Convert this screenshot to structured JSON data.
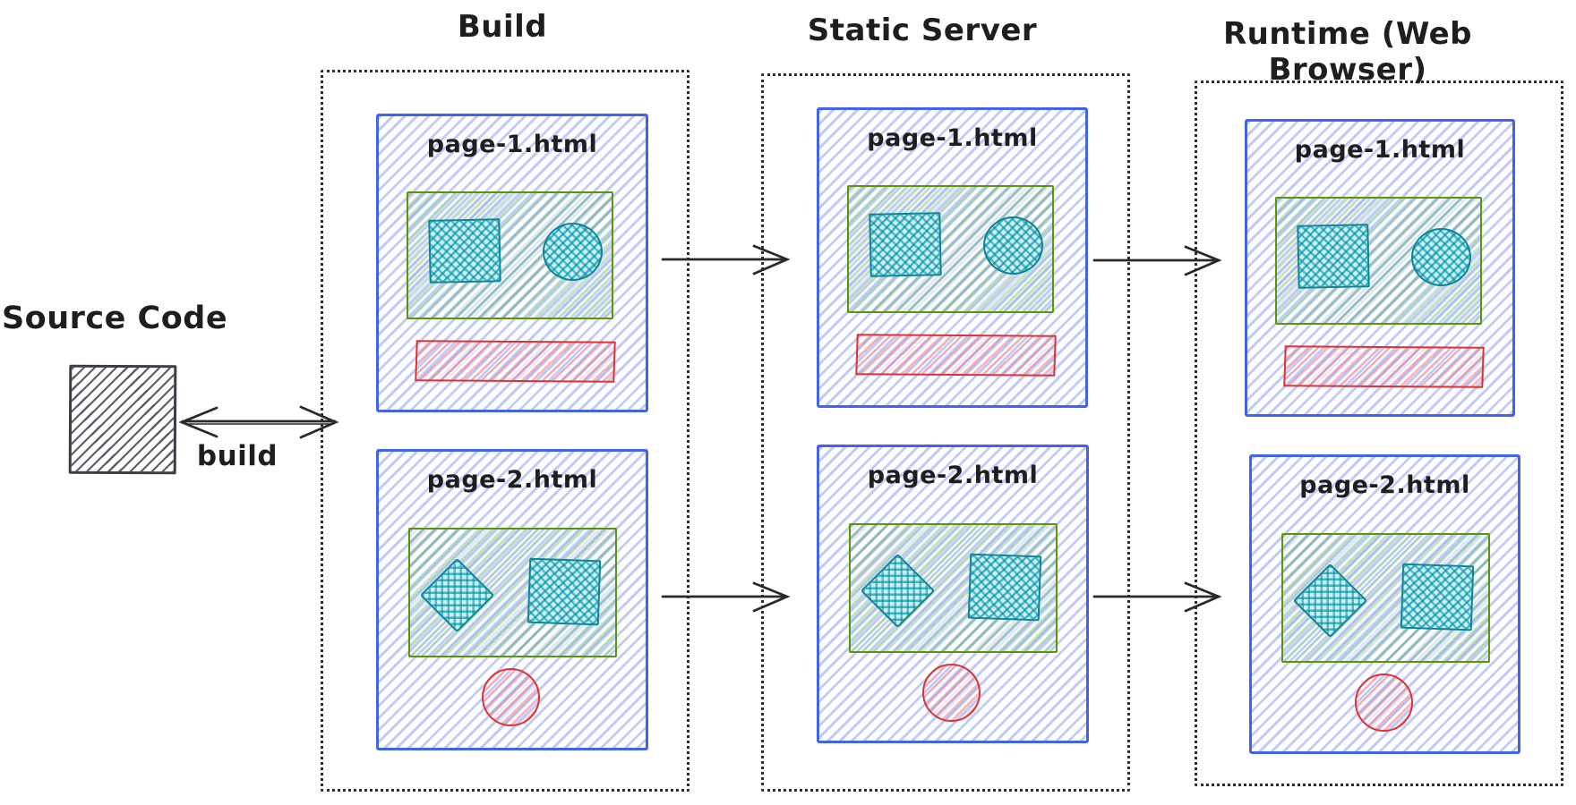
{
  "colors": {
    "blue": "#4263eb",
    "green": "#5c940d",
    "teal_border": "#0c8599",
    "teal_fill": "#22b8cf",
    "red": "#e03131",
    "ink": "#1e1e1e"
  },
  "source": {
    "label": "Source Code",
    "shape": "gray-hatched-square"
  },
  "build_edge": {
    "label": "build",
    "type": "double-headed-arrow"
  },
  "sections": [
    {
      "title": "Build",
      "pages": [
        {
          "name": "page-1.html",
          "media_shapes": [
            "square",
            "circle"
          ],
          "footer_shape": "red-bar"
        },
        {
          "name": "page-2.html",
          "media_shapes": [
            "diamond",
            "square"
          ],
          "footer_shape": "red-circle"
        }
      ]
    },
    {
      "title": "Static Server",
      "pages": [
        {
          "name": "page-1.html",
          "media_shapes": [
            "square",
            "circle"
          ],
          "footer_shape": "red-bar"
        },
        {
          "name": "page-2.html",
          "media_shapes": [
            "diamond",
            "square"
          ],
          "footer_shape": "red-circle"
        }
      ]
    },
    {
      "title": "Runtime (Web Browser)",
      "pages": [
        {
          "name": "page-1.html",
          "media_shapes": [
            "square",
            "circle"
          ],
          "footer_shape": "red-bar"
        },
        {
          "name": "page-2.html",
          "media_shapes": [
            "diamond",
            "square"
          ],
          "footer_shape": "red-circle"
        }
      ]
    }
  ],
  "connectors": [
    {
      "from": "Build",
      "to": "Static Server",
      "row": 1,
      "type": "arrow-right"
    },
    {
      "from": "Build",
      "to": "Static Server",
      "row": 2,
      "type": "arrow-right"
    },
    {
      "from": "Static Server",
      "to": "Runtime (Web Browser)",
      "row": 1,
      "type": "arrow-right"
    },
    {
      "from": "Static Server",
      "to": "Runtime (Web Browser)",
      "row": 2,
      "type": "arrow-right"
    }
  ]
}
